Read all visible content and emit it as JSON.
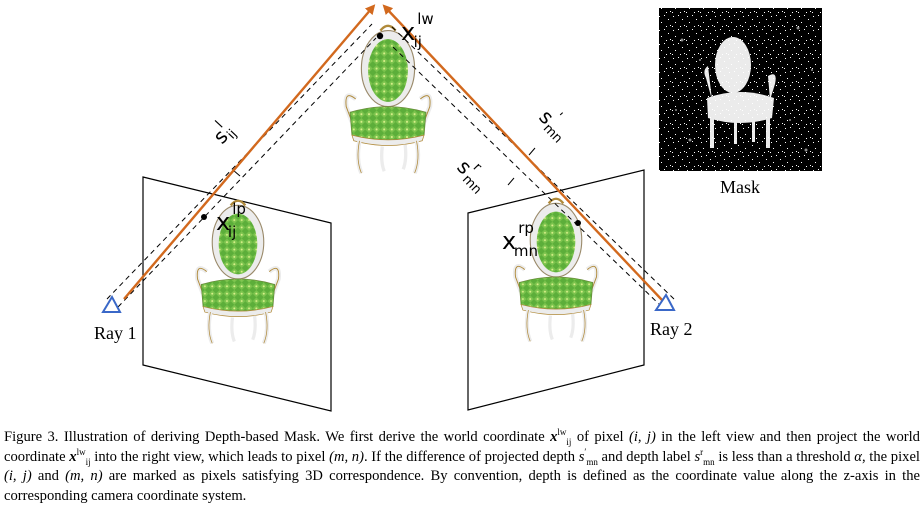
{
  "figure": {
    "labels": {
      "ray_left": "Ray 1",
      "ray_right": "Ray 2",
      "mask": "Mask"
    },
    "point_labels": {
      "world": {
        "base": "x",
        "sup": "lw",
        "sub": "ij"
      },
      "left_proj": {
        "base": "x",
        "sup": "lp",
        "sub": "ij"
      },
      "right_proj": {
        "base": "x",
        "sup": "rp",
        "sub": "mn"
      },
      "depth_left": {
        "base": "s",
        "sup": "l",
        "sub": "ij"
      },
      "depth_label_right": {
        "base": "s",
        "sup": "r",
        "sub": "mn"
      },
      "depth_proj_right": {
        "base": "s",
        "sup": "'",
        "sub": "mn"
      }
    },
    "colors": {
      "ray": "#d2691e",
      "camera_icon": "#3a68c8",
      "chair_fabric": "#5cae3a",
      "chair_frame": "#ececec",
      "chair_gilding": "#b08a3a",
      "mask_background": "#000000",
      "mask_foreground": "#ffffff"
    }
  },
  "caption": {
    "p1": "Figure 3. Illustration of deriving Depth-based Mask. We first derive the world coordinate ",
    "x": "x",
    "lw": "lw",
    "ij": "ij",
    "p2": " of pixel ",
    "pix_ij": "(i, j)",
    "p3": " in the left view and then project the world coordinate ",
    "p4": " into the right view, which leads to pixel ",
    "pix_mn": "(m, n)",
    "p5": ". If the difference of projected depth ",
    "s": "s",
    "prime": "′",
    "mn": "mn",
    "p6": " and depth label ",
    "r": "r",
    "p7": " is less than a threshold ",
    "alpha": "α",
    "p8": ", the pixel ",
    "p9": " and ",
    "p10": " are marked as pixels satisfying 3D correspondence. By convention, depth is defined as the coordinate value along the z-axis in the corresponding camera coordinate system."
  }
}
